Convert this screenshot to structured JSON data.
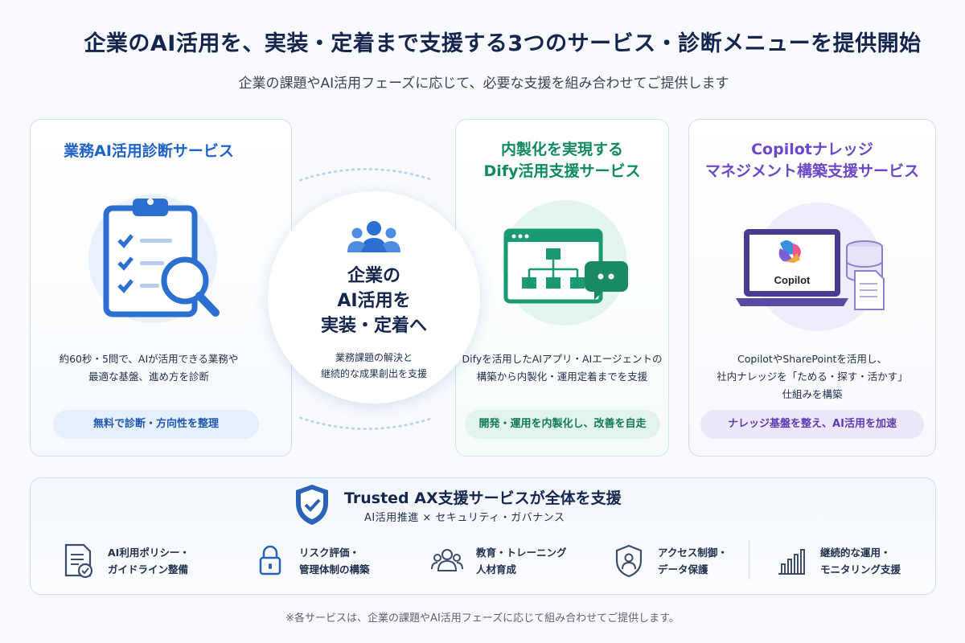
{
  "header": {
    "title": "企業のAI活用を、実装・定着まで支援する3つのサービス・診断メニューを提供開始",
    "subtitle": "企業の課題やAI活用フェーズに応じて、必要な支援を組み合わせてご提供します"
  },
  "cards": [
    {
      "title": "業務AI活用診断サービス",
      "desc_lines": [
        "約60秒・5問で、AIが活用できる業務や",
        "最適な基盤、進め方を診断"
      ],
      "pill": "無料で診断・方向性を整理",
      "icon": "clipboard-search-icon",
      "accent": "#1f63c8"
    },
    {
      "title_lines": [
        "内製化を実現する",
        "Dify活用支援サービス"
      ],
      "desc_lines": [
        "Difyを活用したAIアプリ・AIエージェントの",
        "構築から内製化・運用定着までを支援"
      ],
      "pill": "開発・運用を内製化し、改善を自走",
      "icon": "workflow-chat-icon",
      "accent": "#118a63"
    },
    {
      "title_lines": [
        "Copilotナレッジ",
        "マネジメント構築支援サービス"
      ],
      "desc_lines": [
        "CopilotやSharePointを活用し、",
        "社内ナレッジを「ためる・探す・活かす」",
        "仕組みを構築"
      ],
      "pill": "ナレッジ基盤を整え、AI活用を加速",
      "icon": "laptop-database-icon",
      "laptop_label": "Copilot",
      "accent": "#6a48c7"
    }
  ],
  "center": {
    "main_lines": [
      "企業の",
      "AI活用を",
      "実装・定着へ"
    ],
    "sub_lines": [
      "業務課題の解決と",
      "継続的な成果創出を支援"
    ],
    "icon": "people-group-icon"
  },
  "bottom": {
    "title": "Trusted AX支援サービスが全体を支援",
    "subtitle": "AI活用推進 × セキュリティ・ガバナンス",
    "features": [
      {
        "lines": [
          "AI利用ポリシー・",
          "ガイドライン整備"
        ],
        "icon": "policy-document-icon"
      },
      {
        "lines": [
          "リスク評価・",
          "管理体制の構築"
        ],
        "icon": "lock-icon"
      },
      {
        "lines": [
          "教育・トレーニング",
          "人材育成"
        ],
        "icon": "people-icon"
      },
      {
        "lines": [
          "アクセス制御・",
          "データ保護"
        ],
        "icon": "shield-user-icon"
      },
      {
        "lines": [
          "継続的な運用・",
          "モニタリング支援"
        ],
        "icon": "bar-chart-icon"
      }
    ]
  },
  "footnote": "※各サービスは、企業の課題やAI活用フェーズに応じて組み合わせてご提供します。"
}
